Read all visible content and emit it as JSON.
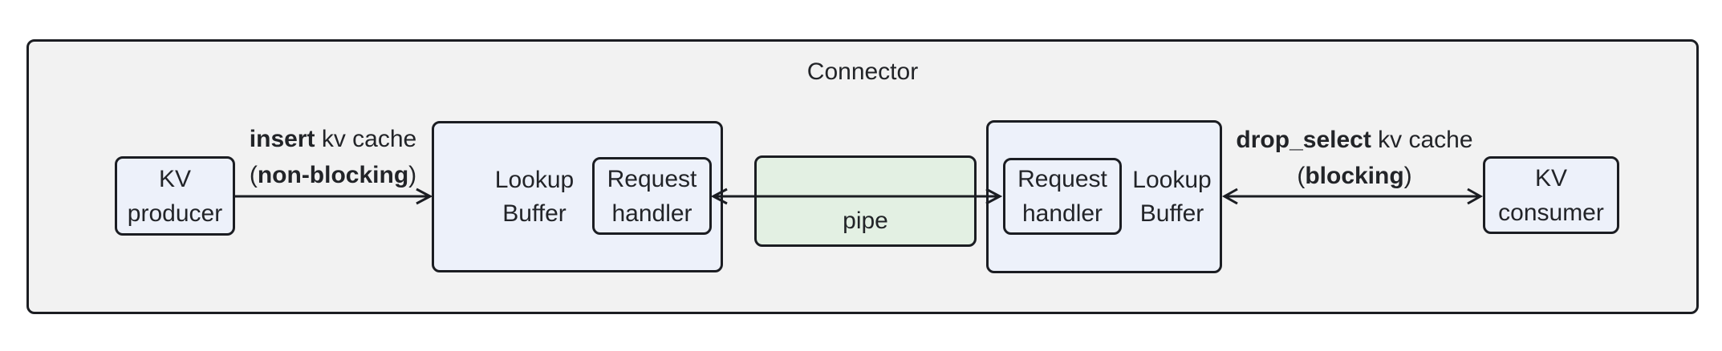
{
  "diagram": {
    "title": "Connector",
    "nodes": {
      "kv_producer": {
        "line1": "KV",
        "line2": "producer"
      },
      "lookup_buffer_left": {
        "line1": "Lookup",
        "line2": "Buffer"
      },
      "request_handler_left": {
        "line1": "Request",
        "line2": "handler"
      },
      "pipe": {
        "label": "pipe"
      },
      "request_handler_right": {
        "line1": "Request",
        "line2": "handler"
      },
      "lookup_buffer_right": {
        "line1": "Lookup",
        "line2": "Buffer"
      },
      "kv_consumer": {
        "line1": "KV",
        "line2": "consumer"
      }
    },
    "edges": {
      "insert": {
        "bold1": "insert",
        "rest1": " kv cache",
        "open2": "(",
        "bold2": "non-blocking",
        "close2": ")"
      },
      "drop_select": {
        "bold1": "drop_select",
        "rest1": " kv cache",
        "open2": "(",
        "bold2": "blocking",
        "close2": ")"
      }
    },
    "colors": {
      "canvas_bg": "#ffffff",
      "connector_fill": "#f2f2f2",
      "node_fill": "#edf1fa",
      "pipe_fill": "#e3f0e3",
      "border": "#1b1d22",
      "text": "#222428"
    }
  }
}
